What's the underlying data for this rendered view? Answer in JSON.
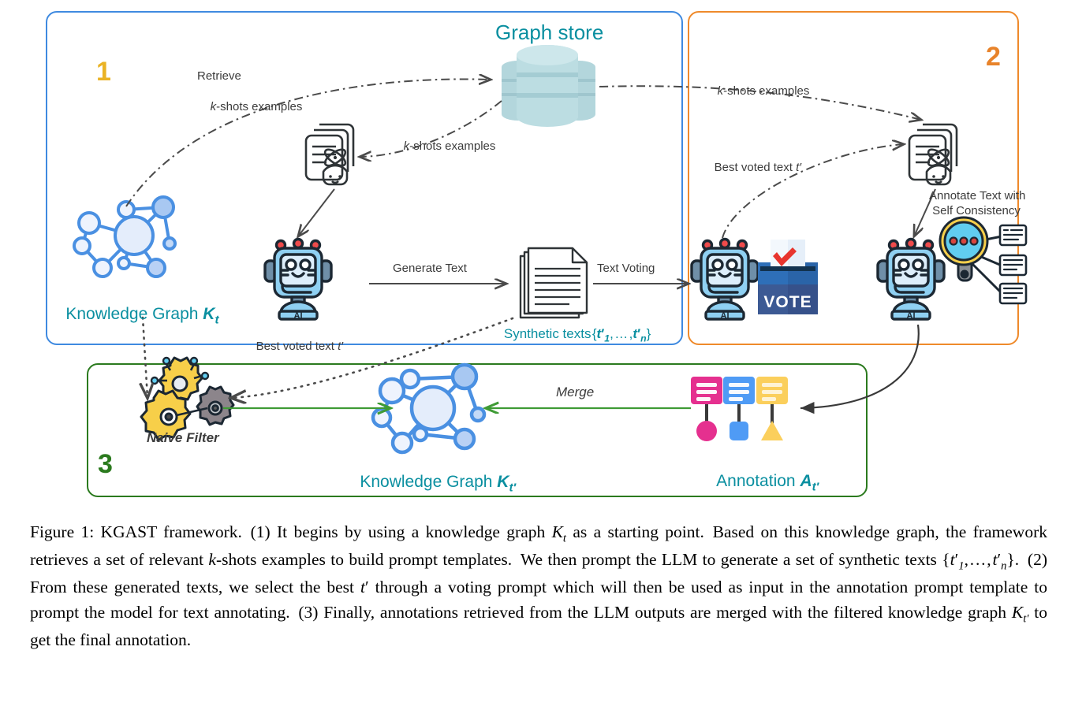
{
  "figure": {
    "panels": [
      {
        "id": "step-1",
        "number": "1",
        "color": "#eab325"
      },
      {
        "id": "step-2",
        "number": "2",
        "color": "#e8832a"
      },
      {
        "id": "step-3",
        "number": "3",
        "color": "#2b7a1e"
      }
    ],
    "titles": {
      "graph_store": "Graph store"
    },
    "labels": {
      "retrieve_line1": "Retrieve",
      "retrieve_line2": "k-shots examples",
      "kshots_mid": "k-shots examples",
      "kshots_right": "k-shots examples",
      "best_voted_right": "Best voted text t′",
      "annotate_line1": "Annotate Text with",
      "annotate_line2": "Self Consistency",
      "generate_text": "Generate Text",
      "text_voting": "Text Voting",
      "best_voted_bottom": "Best voted text t′",
      "merge": "Merge",
      "naive_filter": "Naive Filter",
      "vote_ballot": "VOTE",
      "robot_badge": "AI"
    },
    "entities": {
      "kg_t": {
        "name": "Knowledge Graph",
        "symbol": "K",
        "subscript": "t"
      },
      "kg_t_prime": {
        "name": "Knowledge Graph",
        "symbol": "K",
        "subscript": "t′"
      },
      "synthetic_texts": "Synthetic texts {t′₁, … , t′ₙ}",
      "annotation": {
        "name": "Annotation",
        "symbol": "A",
        "subscript": "t′"
      }
    },
    "colors": {
      "panel1_border": "#3f8ae0",
      "panel2_border": "#ef8a2b",
      "panel3_border": "#2b7a1e",
      "teal_text": "#0a8fa0",
      "graph_node_blue": "#4a90e2",
      "arrow_gray": "#4a4a4a",
      "merge_arrow_green": "#3f9b35",
      "annotation_pink": "#e5308f",
      "annotation_blue": "#4f9bf5",
      "annotation_yellow": "#fbcf5c"
    }
  },
  "caption": {
    "label": "Figure 1:",
    "text": "KGAST framework. (1) It begins by using a knowledge graph Kt as a starting point. Based on this knowledge graph, the framework retrieves a set of relevant k-shots examples to build prompt templates. We then prompt the LLM to generate a set of synthetic texts {t′1, … , t′n}. (2) From these generated texts, we select the best t′ through a voting prompt which will then be used as input in the annotation prompt template to prompt the model for text annotating. (3) Finally, annotations retrieved from the LLM outputs are merged with the filtered knowledge graph Kt′ to get the final annotation."
  }
}
